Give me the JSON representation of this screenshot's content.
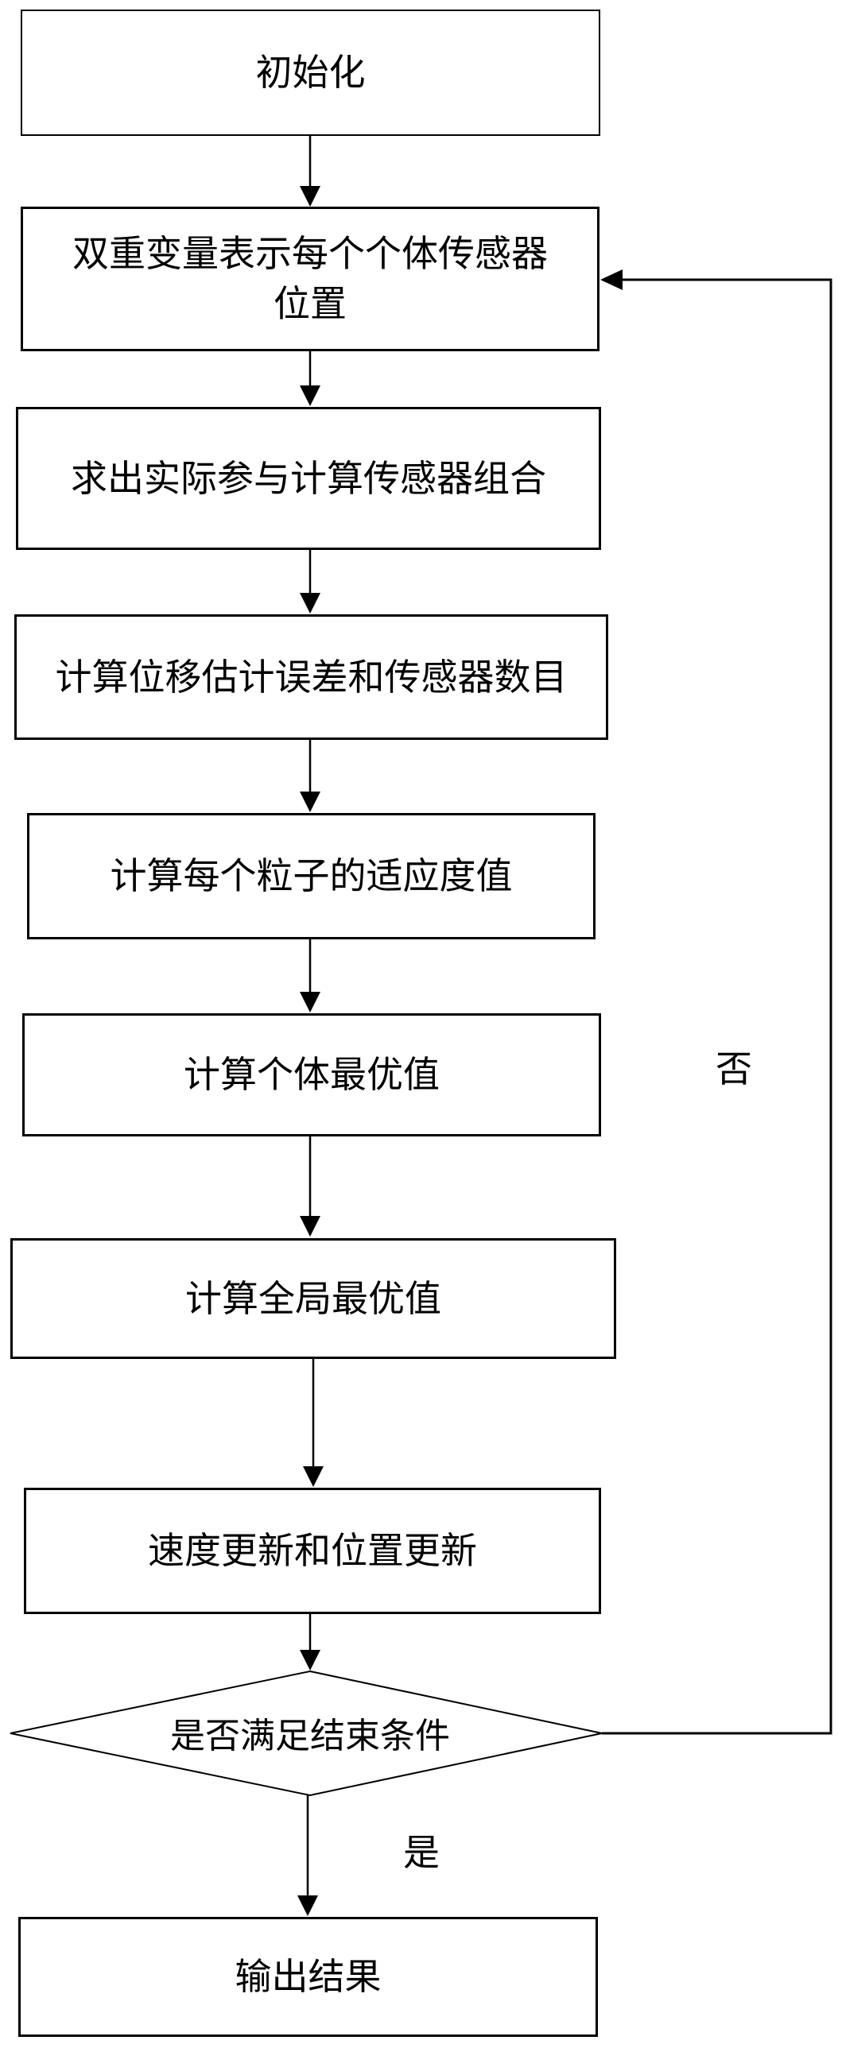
{
  "flowchart": {
    "nodes": [
      {
        "id": "init",
        "type": "process",
        "label": "初始化"
      },
      {
        "id": "represent",
        "type": "process",
        "label": "双重变量表示每个个体传感器\n位置"
      },
      {
        "id": "combination",
        "type": "process",
        "label": "求出实际参与计算传感器组合"
      },
      {
        "id": "error",
        "type": "process",
        "label": "计算位移估计误差和传感器数目"
      },
      {
        "id": "fitness",
        "type": "process",
        "label": "计算每个粒子的适应度值"
      },
      {
        "id": "pbest",
        "type": "process",
        "label": "计算个体最优值"
      },
      {
        "id": "gbest",
        "type": "process",
        "label": "计算全局最优值"
      },
      {
        "id": "update",
        "type": "process",
        "label": "速度更新和位置更新"
      },
      {
        "id": "condition",
        "type": "decision",
        "label": "是否满足结束条件"
      },
      {
        "id": "output",
        "type": "process",
        "label": "输出结果"
      }
    ],
    "edge_labels": {
      "yes": "是",
      "no": "否"
    },
    "colors": {
      "line": "#000000",
      "text": "#000000",
      "background": "#ffffff"
    }
  }
}
